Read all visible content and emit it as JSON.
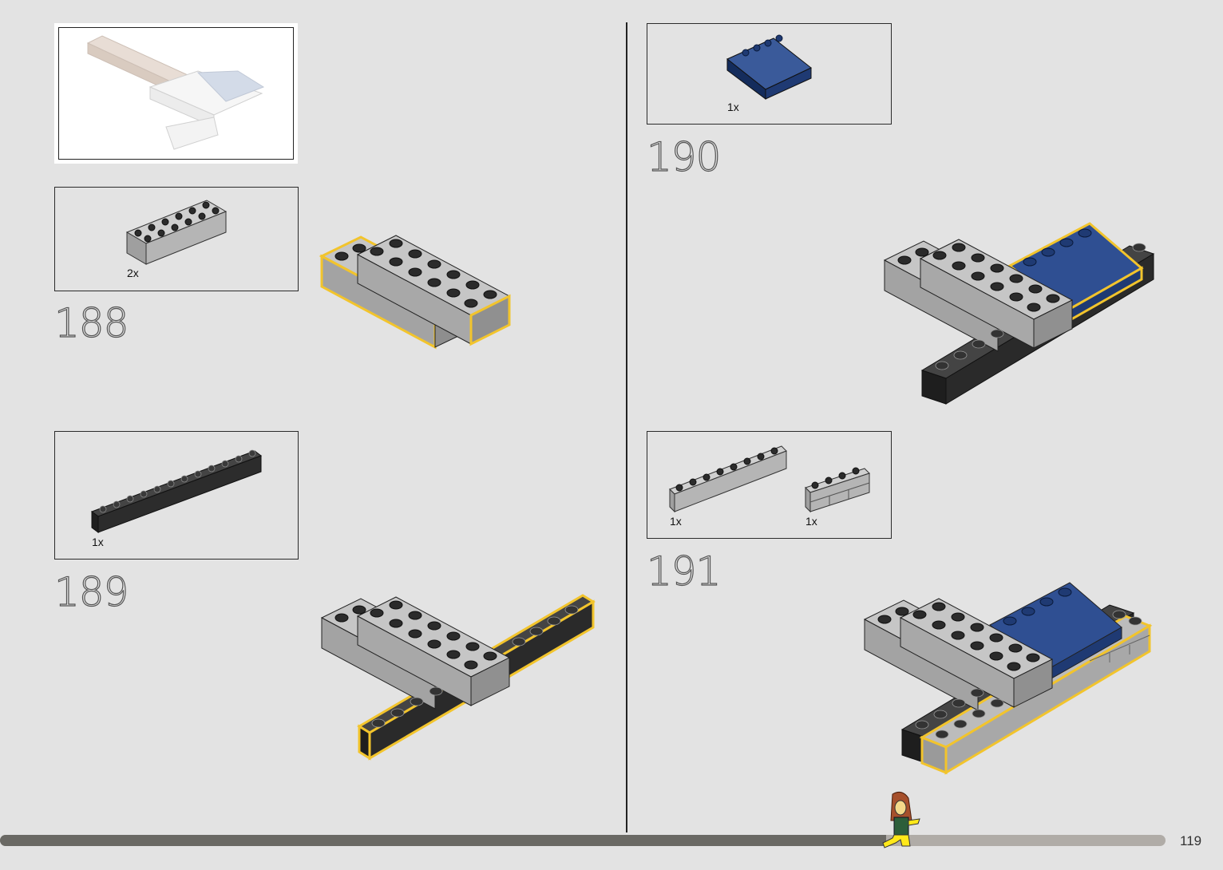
{
  "steps": [
    {
      "number": "188",
      "parts": [
        {
          "qty": "2x"
        }
      ]
    },
    {
      "number": "189",
      "parts": [
        {
          "qty": "1x"
        }
      ]
    },
    {
      "number": "190",
      "parts": [
        {
          "qty": "1x"
        }
      ]
    },
    {
      "number": "191",
      "parts": [
        {
          "qty": "1x"
        },
        {
          "qty": "1x"
        }
      ]
    }
  ],
  "footer": {
    "page_number": "119",
    "progress": 0.76
  },
  "colors": {
    "light_gray": "#a6a6a6",
    "dark_gray": "#2a2a2a",
    "dark_blue": "#1f3a73",
    "highlight": "#f2c42c"
  }
}
